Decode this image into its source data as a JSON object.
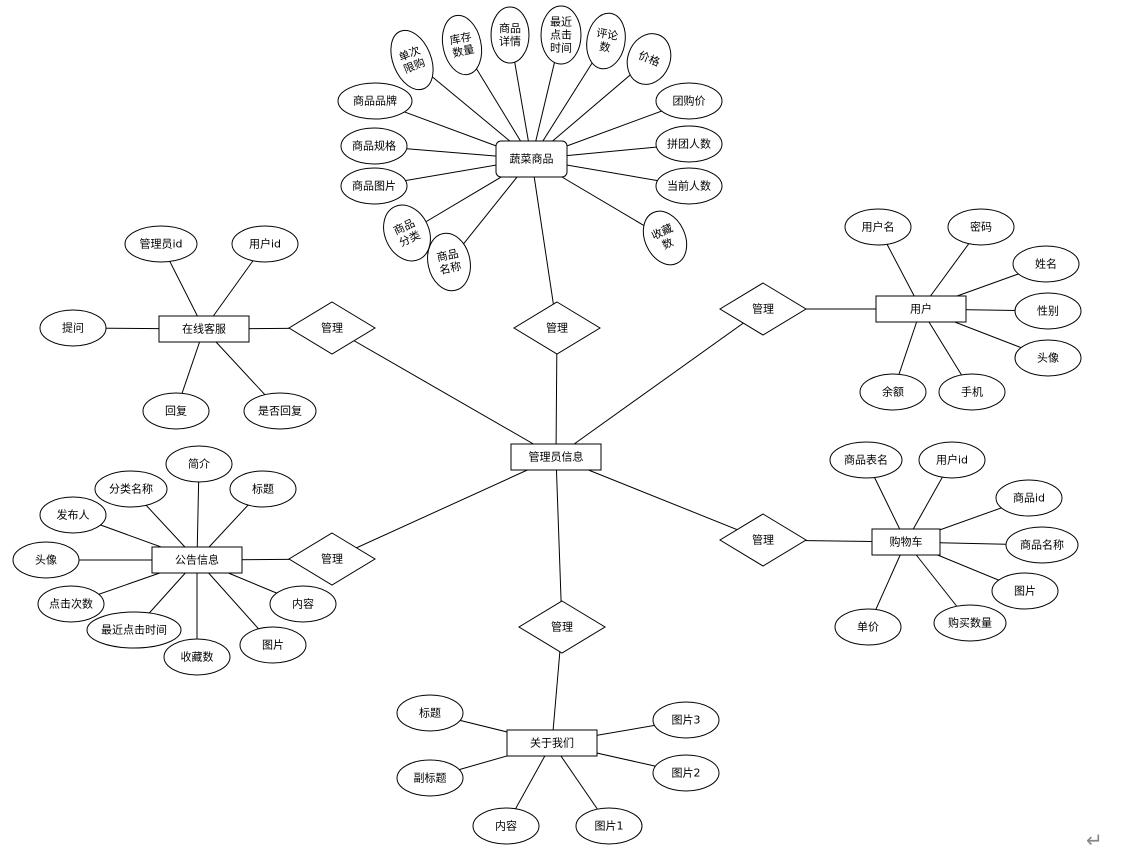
{
  "diagram": {
    "entities": {
      "veg": "蔬菜商品",
      "csr": "在线客服",
      "admin": "管理员信息",
      "user": "用户",
      "notice": "公告信息",
      "cart": "购物车",
      "about": "关于我们"
    },
    "relations": {
      "r_veg": "管理",
      "r_csr": "管理",
      "r_user": "管理",
      "r_notice": "管理",
      "r_cart": "管理",
      "r_about": "管理"
    },
    "attributes": {
      "veg": {
        "a1": "商品品牌",
        "a2": [
          "单次",
          "限购"
        ],
        "a3": [
          "库存",
          "数量"
        ],
        "a4": [
          "商品",
          "详情"
        ],
        "a5": [
          "最近",
          "点击",
          "时间"
        ],
        "a6": [
          "评论",
          "数"
        ],
        "a7": "价格",
        "a8": "团购价",
        "a9": "商品规格",
        "a10": "拼团人数",
        "a11": "商品图片",
        "a12": "当前人数",
        "a13": [
          "商品",
          "分类"
        ],
        "a14": [
          "商品",
          "名称"
        ],
        "a15": [
          "收藏",
          "数"
        ]
      },
      "csr": {
        "c1": "管理员id",
        "c2": "用户id",
        "c3": "提问",
        "c4": "回复",
        "c5": "是否回复"
      },
      "user": {
        "u1": "用户名",
        "u2": "密码",
        "u3": "姓名",
        "u4": "性别",
        "u5": "头像",
        "u6": "余额",
        "u7": "手机"
      },
      "notice": {
        "n1": "简介",
        "n2": "分类名称",
        "n3": "标题",
        "n4": "发布人",
        "n5": "头像",
        "n6": "点击次数",
        "n7": "最近点击时间",
        "n8": "收藏数",
        "n9": "图片",
        "n10": "内容"
      },
      "cart": {
        "k1": "商品表名",
        "k2": "用户id",
        "k3": "商品id",
        "k4": "商品名称",
        "k5": "图片",
        "k6": "单价",
        "k7": "购买数量"
      },
      "about": {
        "b1": "标题",
        "b2": "副标题",
        "b3": "内容",
        "b4": "图片1",
        "b5": "图片3",
        "b6": "图片2"
      }
    },
    "return_mark": "↵"
  }
}
